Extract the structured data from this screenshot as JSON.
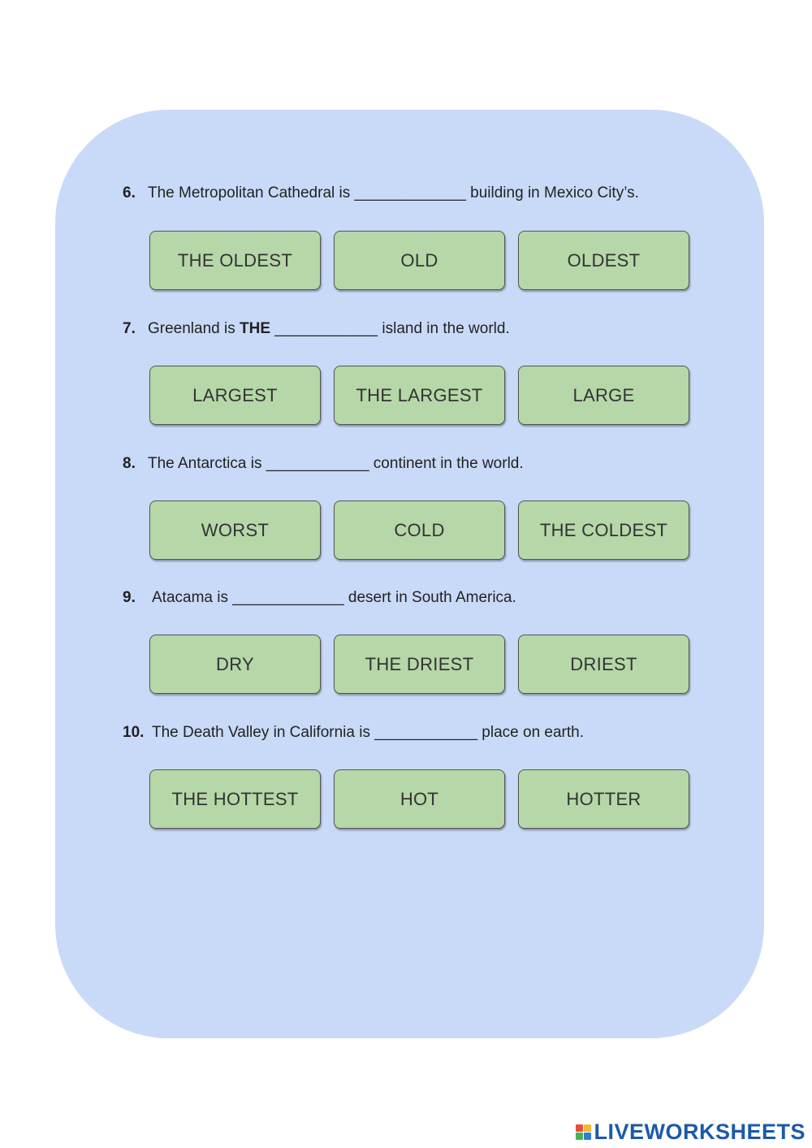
{
  "questions": [
    {
      "number": "6.",
      "before": "The Metropolitan Cathedral is _____________ building in Mexico City’s.",
      "options": [
        "THE OLDEST",
        "OLD",
        "OLDEST"
      ]
    },
    {
      "number": "7.",
      "before": "Greenland is ",
      "bold": "THE",
      "after": " ____________ island in the world.",
      "options": [
        "LARGEST",
        "THE LARGEST",
        "LARGE"
      ]
    },
    {
      "number": "8.",
      "before": "The Antarctica is ____________ continent in the world.",
      "options": [
        "WORST",
        "COLD",
        "THE COLDEST"
      ]
    },
    {
      "number": "9.",
      "before": "Atacama is _____________ desert in South America.",
      "options": [
        "DRY",
        "THE DRIEST",
        "DRIEST"
      ]
    },
    {
      "number": "10.",
      "before": "The Death Valley in California is ____________ place on earth.",
      "options": [
        "THE HOTTEST",
        "HOT",
        "HOTTER"
      ]
    }
  ],
  "logo": {
    "text": "LIVEWORKSHEETS",
    "colors": {
      "text": "#1c5aa8",
      "mark": [
        "#e94e3c",
        "#f6b928",
        "#4caf50",
        "#2f7fd1"
      ]
    }
  },
  "colors": {
    "panel": "#c9daf8",
    "option": "#b6d7a8"
  }
}
